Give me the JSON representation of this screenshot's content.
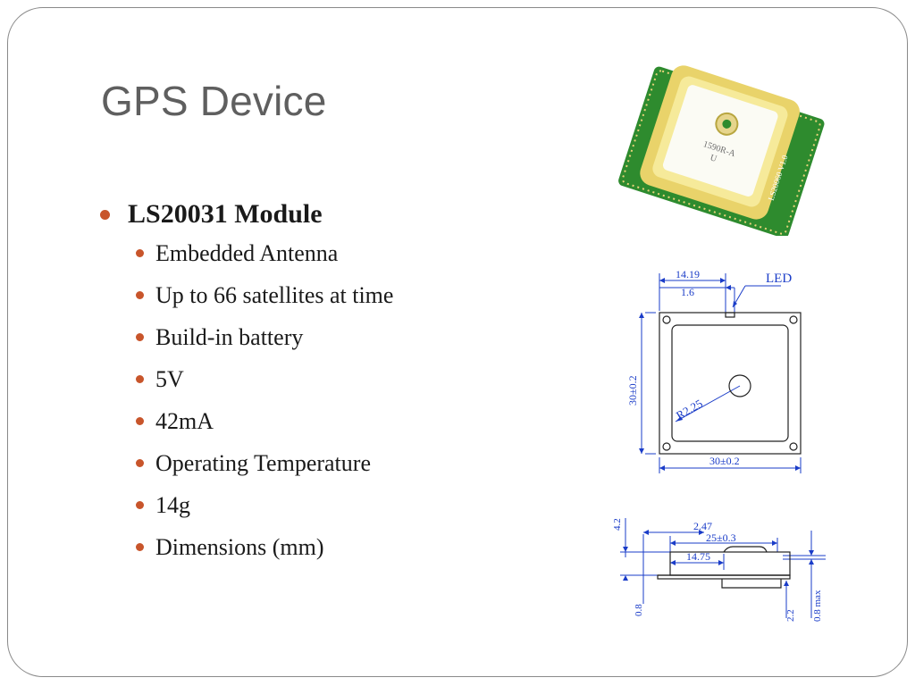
{
  "slide": {
    "title": "GPS Device",
    "bullet_color": "#c8552b",
    "main_bullet": "LS20031 Module",
    "sub_bullets": [
      "Embedded Antenna",
      "Up to 66 satellites at time",
      "Build-in battery",
      "5V",
      "42mA",
      "Operating Temperature",
      "14g",
      "Dimensions (mm)"
    ]
  },
  "photo": {
    "antenna_text_1": "1590R-A",
    "antenna_text_2": "U",
    "board_text": "LS20060 V1.0"
  },
  "top_view": {
    "dim_width_top": "14.19",
    "dim_led_offset": "1.6",
    "led_label": "LED",
    "dim_height": "30±0.2",
    "dim_width_bottom": "30±0.2",
    "radius_label": "R2.25"
  },
  "side_view": {
    "dim_4_2": "4.2",
    "dim_2_47": "2.47",
    "dim_25": "25±0.3",
    "dim_14_75": "14.75",
    "dim_0_8": "0.8",
    "dim_2_2": "2.2",
    "dim_0_8max": "0.8 max"
  },
  "colors": {
    "pcb_green": "#2e8b2e",
    "antenna_yellow": "#f2e27a",
    "drawing_blue": "#1a3cc8"
  }
}
